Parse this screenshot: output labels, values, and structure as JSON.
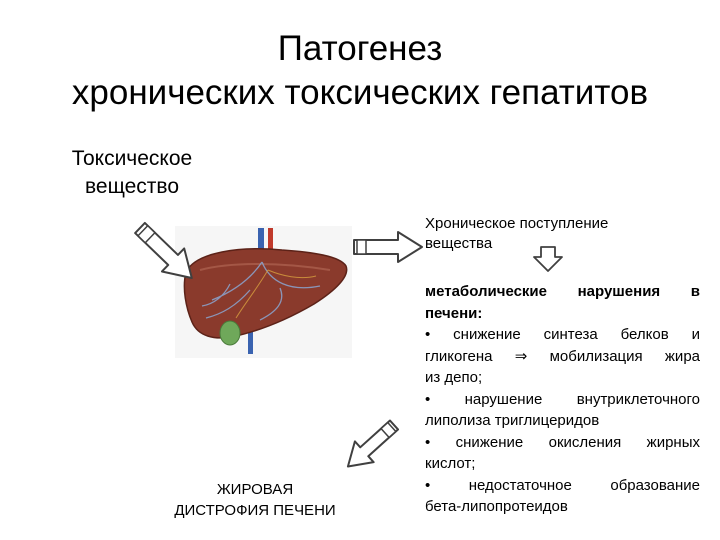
{
  "title": {
    "line1": "Патогенез",
    "line2": "хронических токсических гепатитов"
  },
  "substance": {
    "line1": "Токсическое",
    "line2": "вещество"
  },
  "chronic_intake": {
    "line1": "Хроническое поступление",
    "line2": "вещества"
  },
  "metabolic": {
    "heading1": "метаболические нарушения в",
    "heading2": "печени:",
    "b1a": "• снижение синтеза белков и",
    "b1b_pre": "гликогена",
    "b1b_sym": "⇒",
    "b1b_post": "мобилизация жира",
    "b1c": "из депо;",
    "b2a": "• нарушение внутриклеточного",
    "b2b": "липолиза триглицеридов",
    "b3a": "• снижение окисления жирных",
    "b3b": "кислот;",
    "b4a": "• недостаточное образование",
    "b4b": "бета-липопротеидов"
  },
  "result": {
    "line1": "ЖИРОВАЯ",
    "line2": "ДИСТРОФИЯ ПЕЧЕНИ"
  },
  "colors": {
    "arrow_stroke": "#404040",
    "arrow_fill": "#ffffff",
    "liver": "#8a3a2c",
    "vein_blue": "#3a63b0",
    "artery_red": "#c0392b",
    "gallbladder": "#6fa85a"
  }
}
